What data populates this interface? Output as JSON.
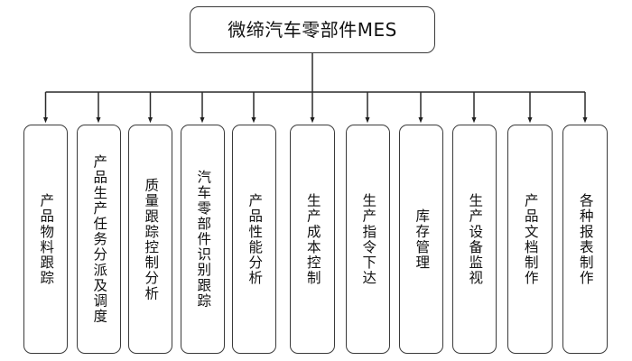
{
  "diagram": {
    "type": "organization-tree",
    "orientation": "top-down",
    "background_color": "#ffffff",
    "line_color": "#3a3a3a",
    "box_border_color": "#3a3a3a",
    "box_fill_color": "#ffffff",
    "text_color": "#111111",
    "root": {
      "label": "微缔汽车零部件MES"
    },
    "children": [
      {
        "label": "产品物料跟踪"
      },
      {
        "label": "产品生产任务分派及调度"
      },
      {
        "label": "质量跟踪控制分析"
      },
      {
        "label": "汽车零部件识别跟踪"
      },
      {
        "label": "产品性能分析"
      },
      {
        "label": "生产成本控制"
      },
      {
        "label": "生产指令下达"
      },
      {
        "label": "库存管理"
      },
      {
        "label": "生产设备监视"
      },
      {
        "label": "产品文档制作"
      },
      {
        "label": "各种报表制作"
      }
    ]
  }
}
